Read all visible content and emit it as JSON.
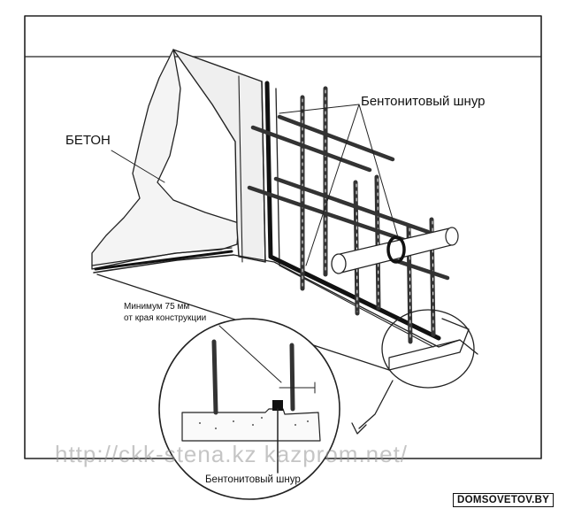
{
  "labels": {
    "concrete": "БЕТОН",
    "bentonite_cord_top": "Бентонитовый шнур",
    "minimum_line1": "Минимум 75 мм",
    "minimum_line2": "от края конструкции",
    "bentonite_cord_bottom": "Бентонитовый шнур"
  },
  "watermark": "http://ckk-stena.kz kazprom.net/",
  "brand": "DOMSOVETOV.BY"
}
